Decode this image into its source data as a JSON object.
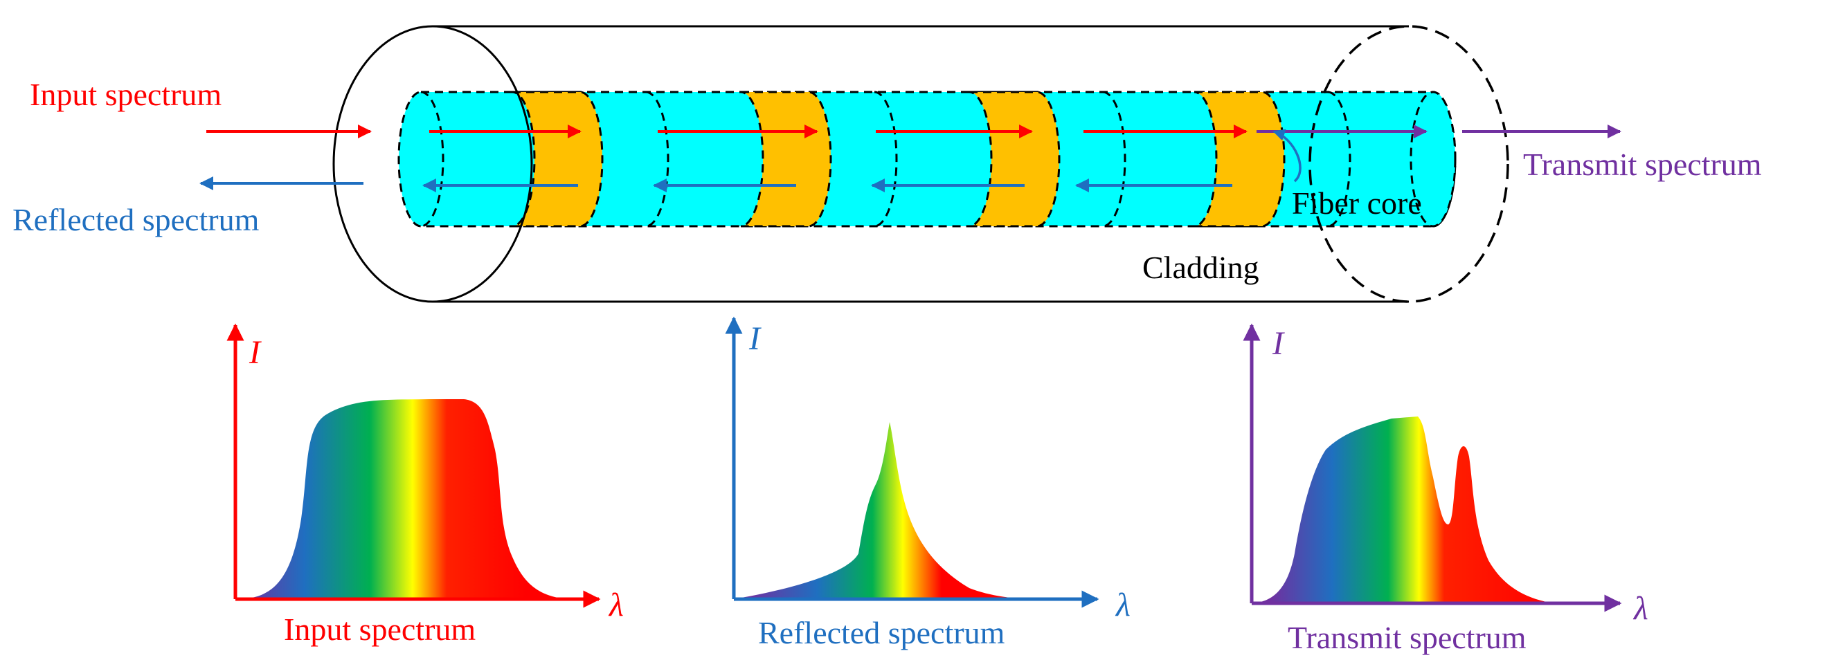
{
  "top": {
    "input_label": "Input spectrum",
    "reflected_label": "Reflected spectrum",
    "transmit_label": "Transmit spectrum",
    "core_label": "Fiber core",
    "cladding_label": "Cladding"
  },
  "plots": {
    "input": {
      "y_axis": "I",
      "x_axis": "λ",
      "caption": "Input spectrum"
    },
    "reflected": {
      "y_axis": "I",
      "x_axis": "λ",
      "caption": "Reflected spectrum"
    },
    "transmit": {
      "y_axis": "I",
      "x_axis": "λ",
      "caption": "Transmit spectrum"
    }
  },
  "colors": {
    "input": "#ff0000",
    "reflected": "#1f6fc0",
    "transmit": "#7030a0",
    "core": "#00ffff",
    "grating": "#ffc000"
  }
}
